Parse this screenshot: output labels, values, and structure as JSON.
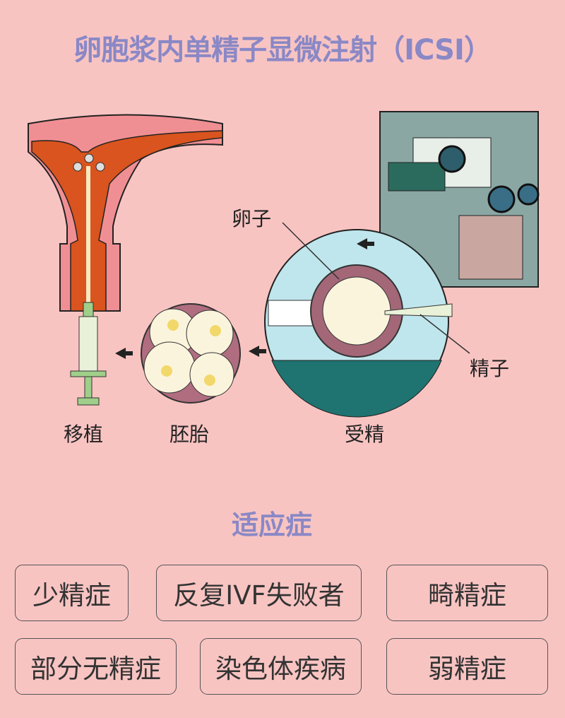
{
  "title": "卵胞浆内单精子显微注射（ICSI）",
  "labels": {
    "egg": "卵子",
    "sperm": "精子",
    "transfer": "移植",
    "embryo": "胚胎",
    "fertilization": "受精"
  },
  "indications_title": "适应症",
  "indications": [
    "少精症",
    "反复IVF失败者",
    "畸精症",
    "部分无精症",
    "染色体疾病",
    "弱精症"
  ],
  "colors": {
    "background": "#f8c4c2",
    "title": "#8a88c6",
    "dish": "#bfe6ec",
    "uterus": "#d9541e"
  }
}
